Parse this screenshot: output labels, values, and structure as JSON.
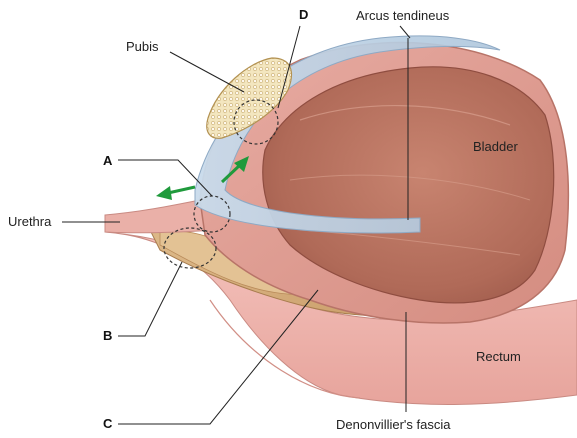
{
  "labels": {
    "pubis": "Pubis",
    "arcus": "Arcus tendineus",
    "bladder": "Bladder",
    "urethra": "Urethra",
    "rectum": "Rectum",
    "denonvillier": "Denonvillier's fascia"
  },
  "markers": {
    "a": "A",
    "b": "B",
    "c": "C",
    "d": "D"
  },
  "colors": {
    "tissue_pink": "#e9a9a2",
    "bladder_wall": "#d98f86",
    "bladder_inner": "#b8735f",
    "fascia_tan": "#d2a877",
    "fascia_band": "#b9cde0",
    "bone": "#f2e3b8",
    "arrow_green": "#1f9a3c"
  }
}
